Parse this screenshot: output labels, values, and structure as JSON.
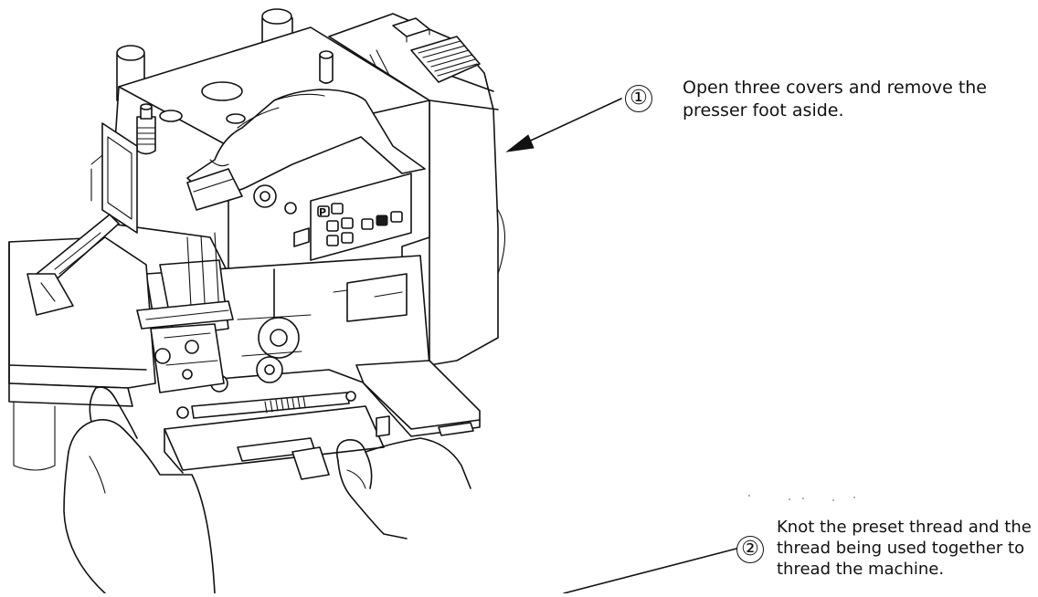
{
  "callouts": [
    {
      "number": "①",
      "text_lines": [
        "Open three covers and remove the",
        "presser foot aside."
      ]
    },
    {
      "number": "②",
      "text_lines": [
        "Knot the preset thread and the",
        "thread being used together to",
        "thread the machine."
      ]
    }
  ],
  "control_panel": {
    "label": "P"
  }
}
